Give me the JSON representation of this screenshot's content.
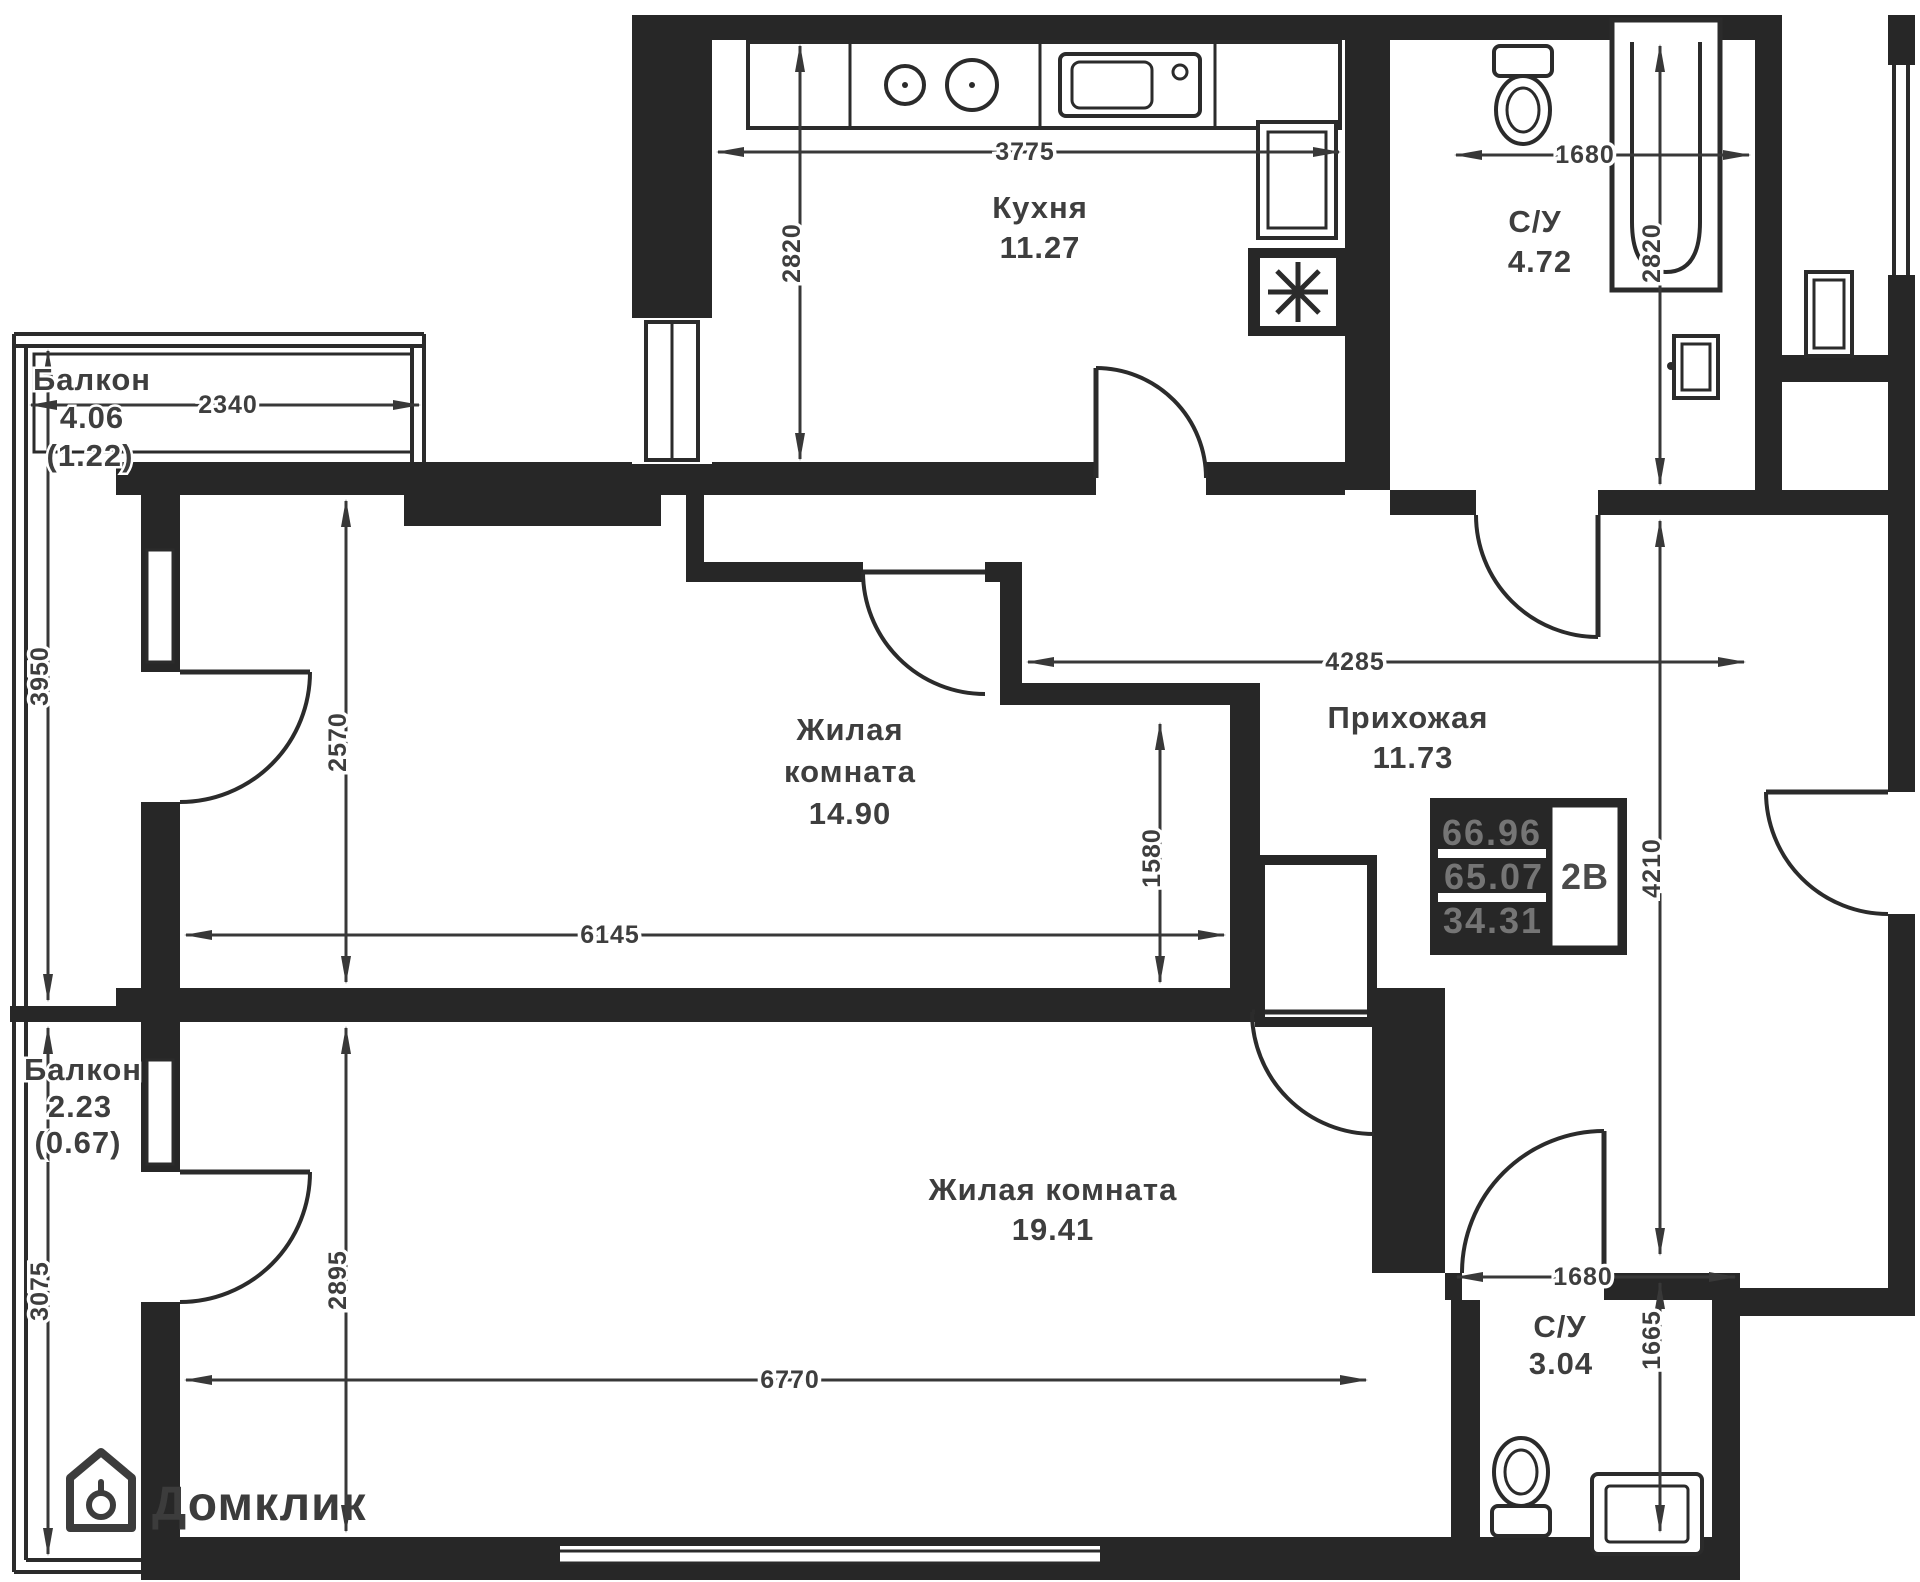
{
  "plan": {
    "balcony_top": {
      "name": "Балкон",
      "area": "4.06",
      "area_k": "(1.22)",
      "dim_w": "2340",
      "dim_h": "3950"
    },
    "kitchen": {
      "name": "Кухня",
      "area": "11.27",
      "dim_w": "3775",
      "dim_h": "2820"
    },
    "bathroom_top": {
      "name": "С/У",
      "area": "4.72",
      "dim_w": "1680",
      "dim_h": "2820"
    },
    "living1": {
      "name1": "Жилая",
      "name2": "комната",
      "area": "14.90",
      "dim_w": "6145",
      "dim_h": "2570",
      "dim_niche": "1580"
    },
    "hallway": {
      "name": "Прихожая",
      "area": "11.73",
      "dim_w": "4285",
      "dim_h": "4210"
    },
    "living2": {
      "name": "Жилая комната",
      "area": "19.41",
      "dim_w": "6770",
      "dim_h": "2895"
    },
    "balcony_bottom": {
      "name": "Балкон",
      "area": "2.23",
      "area_k": "(0.67)",
      "dim_h": "3075"
    },
    "bathroom_bottom": {
      "name": "С/У",
      "area": "3.04",
      "dim_w": "1680",
      "dim_h": "1665"
    },
    "stamp": {
      "total": "66.96",
      "reduced": "65.07",
      "living": "34.31",
      "type": "2В"
    },
    "brand": "Домклик",
    "colors": {
      "wall": "#272727",
      "text": "#3e3e3e"
    }
  }
}
